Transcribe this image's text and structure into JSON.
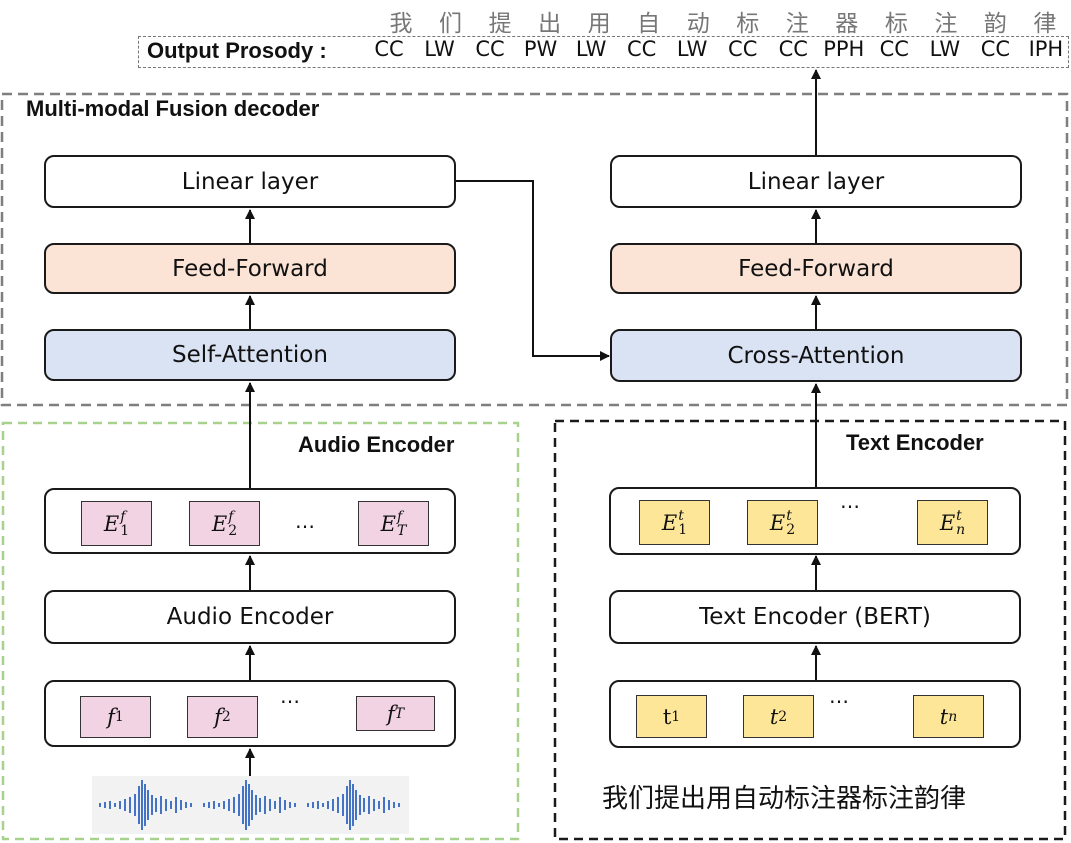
{
  "header": {
    "chars": [
      "我",
      "们",
      "提",
      "出",
      "用",
      "自",
      "动",
      "标",
      "注",
      "器",
      "标",
      "注",
      "韵",
      "律"
    ],
    "prosody_title": "Output Prosody :",
    "prosody_tags": [
      "CC",
      "LW",
      "CC",
      "PW",
      "LW",
      "CC",
      "LW",
      "CC",
      "CC",
      "PPH",
      "CC",
      "LW",
      "CC",
      "IPH"
    ]
  },
  "decoder": {
    "title": "Multi-modal Fusion decoder",
    "left": {
      "linear": "Linear layer",
      "ff": "Feed-Forward",
      "attn": "Self-Attention"
    },
    "right": {
      "linear": "Linear layer",
      "ff": "Feed-Forward",
      "attn": "Cross-Attention"
    }
  },
  "audio_encoder": {
    "title": "Audio Encoder",
    "embeddings": [
      {
        "base": "E",
        "sup": "f",
        "sub": "1"
      },
      {
        "base": "E",
        "sup": "f",
        "sub": "2"
      },
      {
        "base": "E",
        "sup": "f",
        "sub": "T"
      }
    ],
    "encoder_label": "Audio Encoder",
    "inputs": [
      {
        "base": "f",
        "sub": "1"
      },
      {
        "base": "f",
        "sub": "2"
      },
      {
        "base": "f",
        "sub": "T"
      }
    ],
    "ellipsis": "…"
  },
  "text_encoder": {
    "title": "Text Encoder",
    "embeddings": [
      {
        "base": "E",
        "sup": "t",
        "sub": "1"
      },
      {
        "base": "E",
        "sup": "t",
        "sub": "2"
      },
      {
        "base": "E",
        "sup": "t",
        "sub": "n"
      }
    ],
    "encoder_label": "Text Encoder (BERT)",
    "inputs": [
      {
        "base": "t",
        "sub": "1"
      },
      {
        "base": "t",
        "sub": "2"
      },
      {
        "base": "t",
        "sub": "n"
      }
    ],
    "ellipsis": "…",
    "sentence": "我们提出用自动标注器标注韵律"
  },
  "colors": {
    "feed_forward": "#fbe3d6",
    "attention": "#dae3f3",
    "audio_token": "#f2d3e3",
    "text_token": "#fde697",
    "audio_border": "#a9d18e",
    "waveform": "#4472c4"
  }
}
